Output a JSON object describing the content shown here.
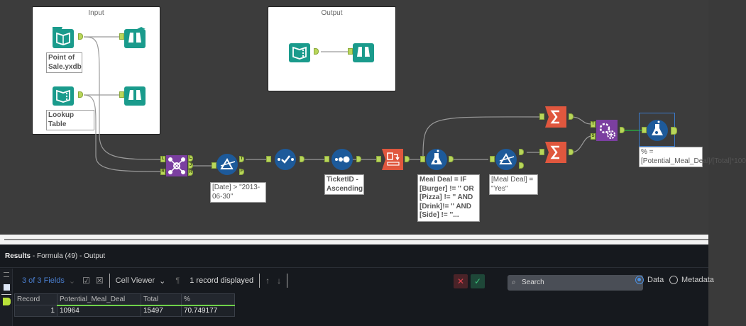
{
  "canvas": {
    "containers": [
      {
        "id": "input",
        "title": "Input"
      },
      {
        "id": "output",
        "title": "Output"
      }
    ],
    "annotations": {
      "point_of_sale": "Point of Sale.yxdb",
      "lookup_table": "Lookup Table",
      "filter_date": "[Date] > \"2013-06-30\"",
      "sort": "TicketID - Ascending",
      "formula_meal_deal": "Meal Deal = IF [Burger] != '' OR [Pizza] != '' AND [Drink]!= '' AND [Side] != ''...",
      "filter_meal_deal": "[Meal Deal] = \"Yes\"",
      "formula_pct": "% = [Potential_Meal_Deal]/[Total]*100"
    },
    "anchors": {
      "join_in_left": "L",
      "join_in_right": "R",
      "join_out_left": "L",
      "join_out_join": "J",
      "join_out_right": "R",
      "filter_true": "T",
      "filter_false": "F",
      "append_target": "T",
      "append_source": "S"
    },
    "colors": {
      "input_tool": "#1a9b8c",
      "prep_tool": "#1d5a9a",
      "transform_tool": "#e0573e",
      "join_tool": "#7b3fa0",
      "anchor": "#b9d65a"
    }
  },
  "results": {
    "title_bold": "Results",
    "title_rest": " - Formula (49) - Output",
    "toolbar": {
      "fields": "3 of 3 Fields",
      "cell_viewer": "Cell Viewer",
      "records_displayed": "1 record displayed",
      "search_placeholder": "Search",
      "radio_data": "Data",
      "radio_metadata": "Metadata"
    },
    "table": {
      "columns": [
        "Record",
        "Potential_Meal_Deal",
        "Total",
        "%"
      ],
      "rows": [
        [
          "1",
          "10964",
          "15497",
          "70.749177"
        ]
      ]
    }
  }
}
